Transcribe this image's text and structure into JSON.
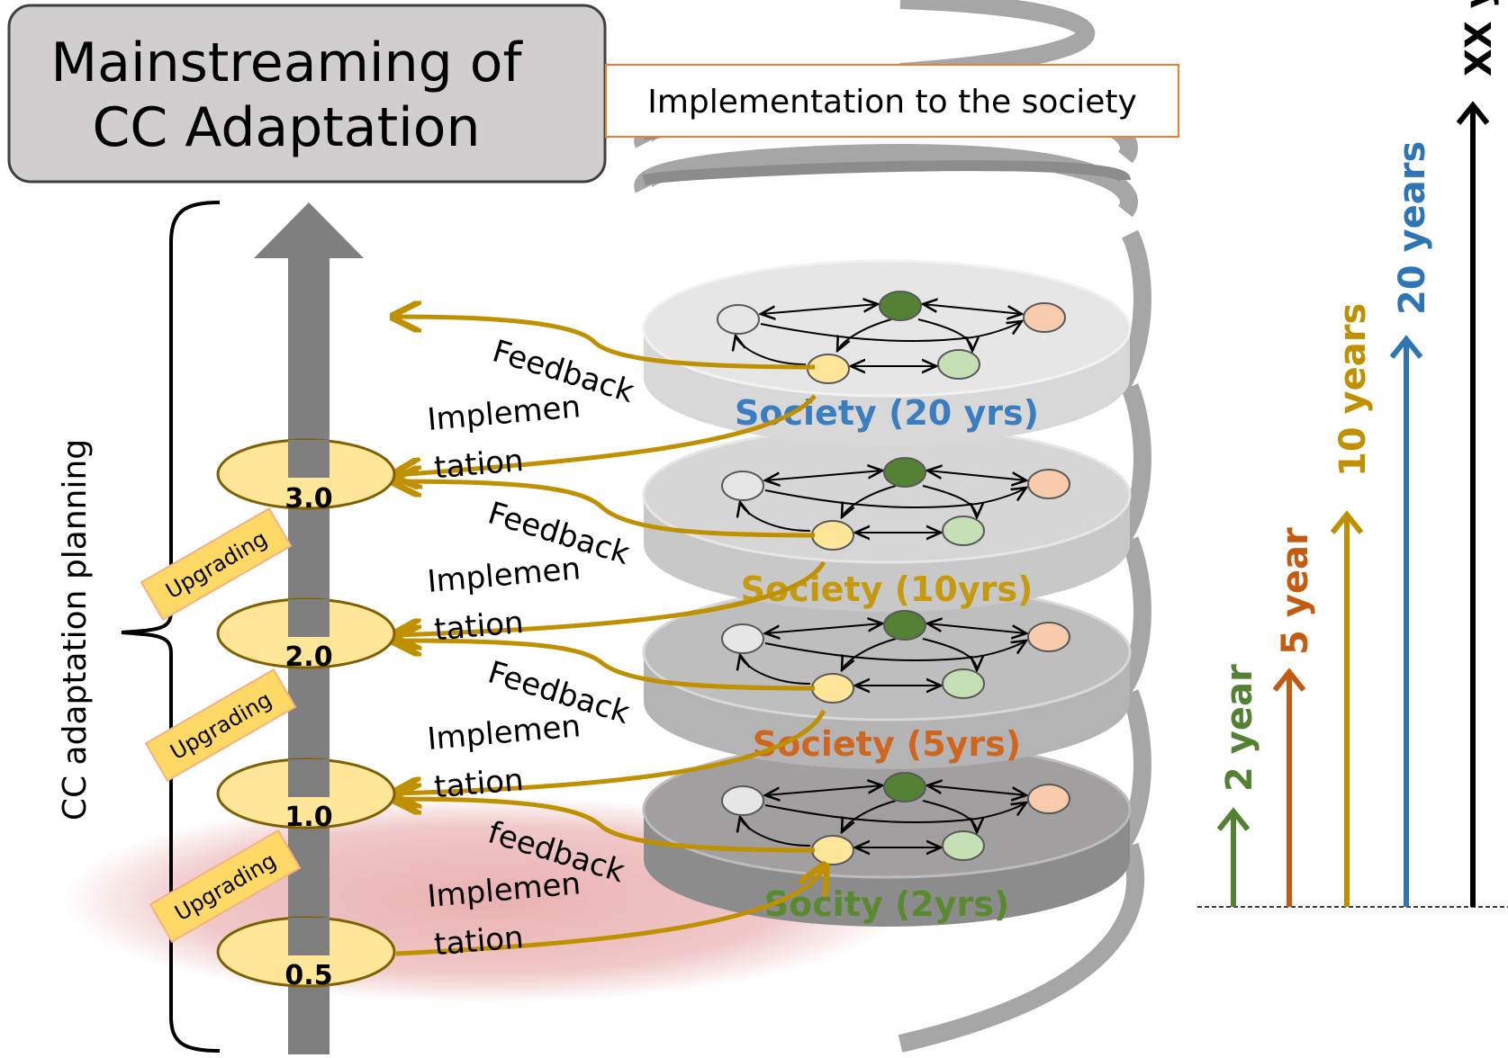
{
  "title": {
    "line1": "Mainstreaming of",
    "line2": "CC Adaptation"
  },
  "top_label": "Implementation to the society",
  "side_label": "CC adaptation planning",
  "versions": [
    "3.0",
    "2.0",
    "1.0",
    "0.5"
  ],
  "upgrading_label": "Upgrading",
  "feedback_labels": [
    "Feedback",
    "Feedback",
    "Feedback",
    "feedback"
  ],
  "implementation_lines": [
    "Implemen",
    "tation"
  ],
  "societies": [
    {
      "label": "Society (20 yrs)",
      "color": "#3a7ebf"
    },
    {
      "label": "Society (10yrs)",
      "color": "#c59a0e"
    },
    {
      "label": "Society (5yrs)",
      "color": "#d0651e"
    },
    {
      "label": "Socity (2yrs)",
      "color": "#5a8a2f"
    }
  ],
  "timeline": [
    {
      "label": "2 year",
      "color": "#548235"
    },
    {
      "label": "5 year",
      "color": "#c55a11"
    },
    {
      "label": "10 years",
      "color": "#bf9000"
    },
    {
      "label": "20 years",
      "color": "#2e75b6"
    },
    {
      "label": "XX y",
      "color": "#000000"
    }
  ],
  "colors": {
    "arrow_gold": "#bf9000",
    "ellipse_fill": "#ffe699",
    "ellipse_stroke": "#806000",
    "upgrading_fill": "#ffd966",
    "title_box": "#d0cece",
    "spiral_gray": "#a6a6a6",
    "red_glow": "#e6a3a3"
  }
}
